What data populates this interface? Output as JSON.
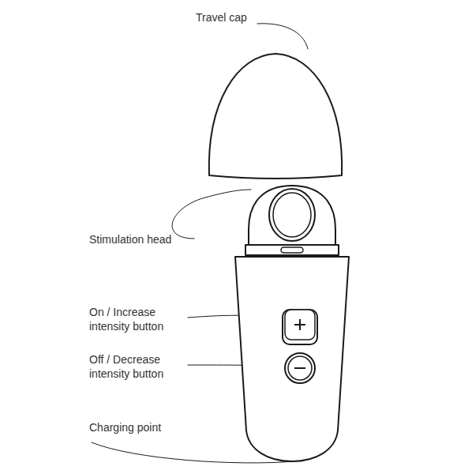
{
  "diagram": {
    "labels": [
      "Travel cap",
      "Stimulation head",
      "On / Increase intensity button",
      "Off / Decrease intensity button",
      "Charging point"
    ]
  }
}
